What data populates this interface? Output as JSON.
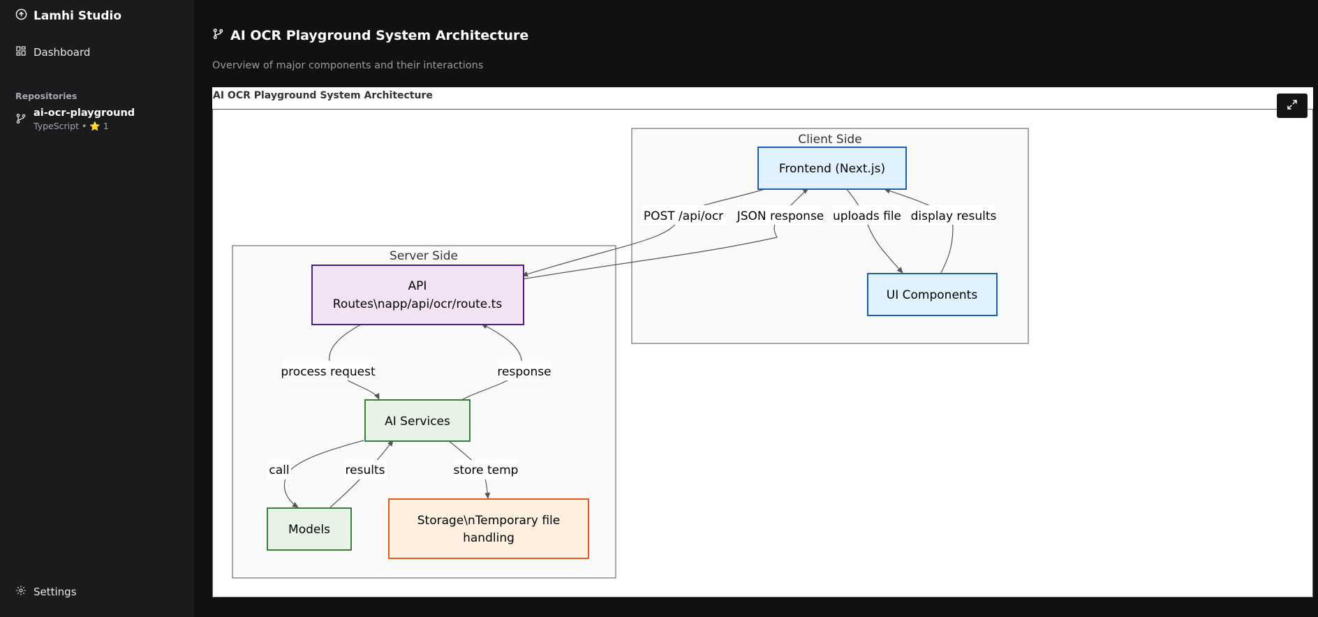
{
  "sidebar": {
    "brand": "Lamhi Studio",
    "dashboard_label": "Dashboard",
    "repositories_label": "Repositories",
    "repo": {
      "name": "ai-ocr-playground",
      "meta": "TypeScript • ⭐ 1"
    },
    "settings_label": "Settings"
  },
  "header": {
    "title": "AI OCR Playground System Architecture",
    "subtitle": "Overview of major components and their interactions"
  },
  "diagram": {
    "panel_title": "AI OCR Playground System Architecture",
    "groups": {
      "client": "Client Side",
      "server": "Server Side"
    },
    "nodes": {
      "frontend": "Frontend (Next.js)",
      "ui_components": "UI Components",
      "api_line1": "API",
      "api_line2": "Routes\\napp/api/ocr/route.ts",
      "ai_services": "AI Services",
      "models": "Models",
      "storage_line1": "Storage\\nTemporary file",
      "storage_line2": "handling"
    },
    "edges": {
      "post": "POST /api/ocr",
      "json": "JSON response",
      "uploads": "uploads file",
      "display": "display results",
      "process": "process request",
      "response": "response",
      "call": "call",
      "results": "results",
      "store": "store temp"
    },
    "colors": {
      "client_fill": "#e0f2fd",
      "client_stroke": "#1b5faa",
      "api_fill": "#f2e2f3",
      "api_stroke": "#4b1e85",
      "ai_fill": "#e7f3e6",
      "ai_stroke": "#3b7d3b",
      "storage_fill": "#fdf0e1",
      "storage_stroke": "#e05b22"
    }
  }
}
